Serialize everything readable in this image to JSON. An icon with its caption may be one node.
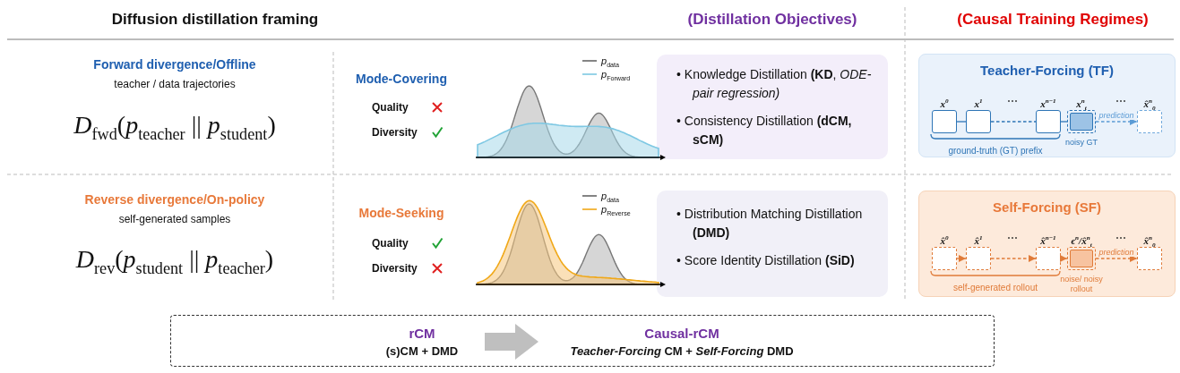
{
  "diagram": {
    "nodes": [
      {
        "text": [
          "Teacher-Forcing (TF)"
        ]
      },
      {
        "text": [
          "x$^{0}$"
        ],
        "in": 0
      },
      {
        "text": [
          "x$^{1}$"
        ],
        "in": 0
      },
      {
        "text": [
          "x$^{n−1}$"
        ],
        "in": 0
      },
      {
        "text": [
          "x$^{n}$$_{t}$"
        ],
        "in": 0,
        "beside": [
          "noisy GT"
        ]
      },
      {
        "text": [
          "x̂$^{n}$$_{0}$"
        ],
        "in": 0
      },
      {
        "text": [
          "Self-Forcing (SF)"
        ]
      },
      {
        "text": [
          "x̂$^{0}$"
        ],
        "in": 6
      },
      {
        "text": [
          "x̂$^{1}$"
        ],
        "in": 6
      },
      {
        "text": [
          "x̂$^{n−1}$"
        ],
        "in": 6
      },
      {
        "text": [
          "ϵ$^{n}$/x̂$^{n}$$_{t}$"
        ],
        "in": 6,
        "beside": [
          "noise/ noisy rollout"
        ]
      },
      {
        "text": [
          "x̂$^{n}$$_{0}$"
        ],
        "in": 6
      },
      {
        "text": [
          "• Knowledge Distillation **(KD**, *ODE-pair regression)*",
          "• Consistency Distillation **(dCM, sCM)**"
        ]
      },
      {
        "text": [
          "• Distribution Matching Distillation **(DMD)**",
          "• Score Identity Distillation **(SiD)**"
        ]
      },
      {
        "text": [],
        "shape": "box"
      },
      {
        "text": [
          "rCM",
          "(s)CM + DMD"
        ],
        "in": 14
      },
      {
        "text": [
          "Causal-rCM",
          "*Teacher-Forcing* CM + *Self-Forcing* DMD"
        ],
        "in": 14
      }
    ],
    "edges": [
      {
        "from": 1,
        "to": 2,
        "arrow": "none",
        "color": "#2e75b6"
      },
      {
        "from": 2,
        "to": 3,
        "arrow": "none",
        "style": "dashed",
        "color": "#2e75b6"
      },
      {
        "from": 3,
        "to": 4,
        "arrow": "none",
        "color": "#2e75b6"
      },
      {
        "from": 4,
        "to": 5,
        "arrow": "to",
        "style": "dashed",
        "label": "prediction",
        "color": "#5b9bd5"
      },
      {
        "from": 7,
        "to": 8,
        "arrow": "to",
        "color": "#e07b39"
      },
      {
        "from": 8,
        "to": 9,
        "arrow": "to",
        "style": "dashed",
        "color": "#e07b39"
      },
      {
        "from": 9,
        "to": 10,
        "arrow": "to",
        "color": "#e07b39"
      },
      {
        "from": 10,
        "to": 11,
        "arrow": "to",
        "style": "dashed",
        "label": "prediction",
        "color": "#e07b39"
      },
      {
        "from": 15,
        "to": 16,
        "arrow": "to",
        "style": "thick",
        "color": "#bfbfbf"
      }
    ],
    "labels": [
      "Diffusion distillation framing",
      "(Distillation Objectives)",
      "(Causal Training Regimes)",
      "Forward divergence/Offline",
      "teacher / data trajectories",
      "*D*$_{fwd}$(*p*$_{teacher}$ || *p*$_{student}$)",
      "Mode-Covering",
      "Quality",
      "Diversity",
      "⋯",
      "⋯",
      "ground-truth (GT) prefix",
      "Reverse divergence/On-policy",
      "self-generated samples",
      "*D*$_{rev}$(*p*$_{student}$ || *p*$_{teacher}$)",
      "Mode-Seeking",
      "Quality",
      "Diversity",
      "⋯",
      "⋯",
      "self-generated rollout"
    ],
    "legend": [
      {
        "text": "*p*$_{data}$"
      },
      {
        "text": "*p*$_{Forward}$"
      },
      {
        "text": "*p*$_{data}$"
      },
      {
        "text": "*p*$_{Reverse}$"
      }
    ]
  }
}
